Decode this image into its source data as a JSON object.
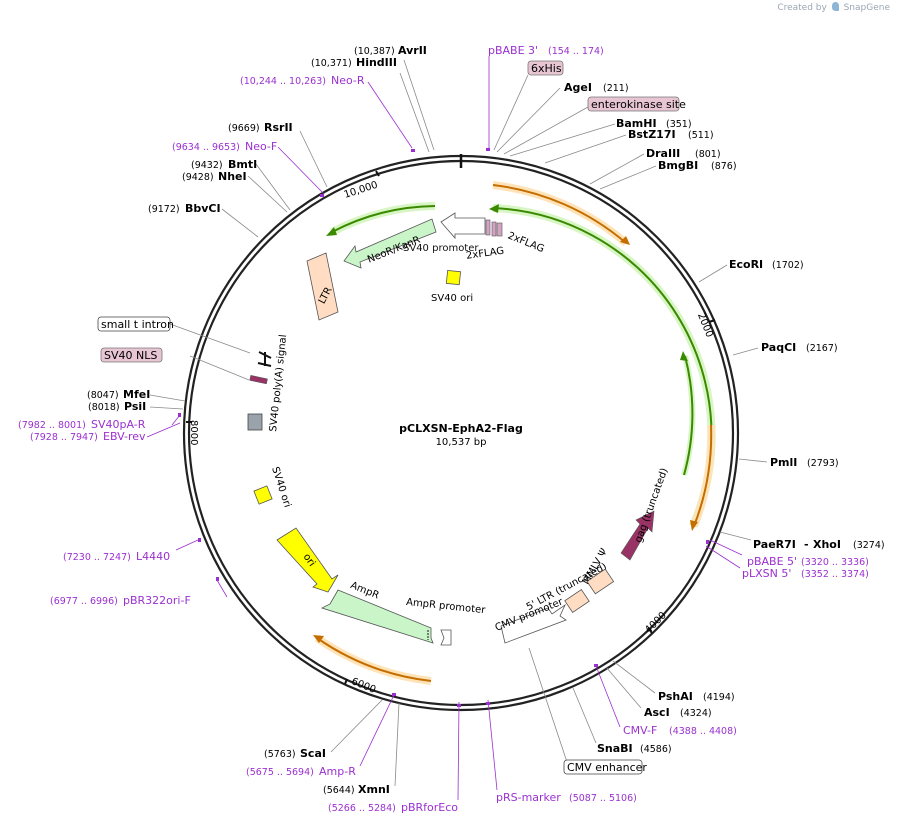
{
  "brand": {
    "prefix": "Created by",
    "name": "SnapGene"
  },
  "plasmid": {
    "name": "pCLXSN-EphA2-Flag",
    "size": 10537,
    "size_label": "10,537 bp"
  },
  "colors": {
    "site": "#000000",
    "primer": "#9b30d0",
    "backbone": "#222222",
    "leader": "#8a8a8a"
  },
  "enzymes": [
    {
      "name": "AvrII",
      "pos": 10387,
      "pos_label": "(10,387)"
    },
    {
      "name": "HindIII",
      "pos": 10371,
      "pos_label": "(10,371)"
    },
    {
      "name": "AgeI",
      "pos": 211,
      "pos_label": "(211)"
    },
    {
      "name": "BamHI",
      "pos": 351,
      "pos_label": "(351)"
    },
    {
      "name": "BstZ17I",
      "pos": 511,
      "pos_label": "(511)"
    },
    {
      "name": "DraIII",
      "pos": 801,
      "pos_label": "(801)"
    },
    {
      "name": "BmgBI",
      "pos": 876,
      "pos_label": "(876)"
    },
    {
      "name": "EcoRI",
      "pos": 1702,
      "pos_label": "(1702)"
    },
    {
      "name": "PaqCI",
      "pos": 2167,
      "pos_label": "(2167)"
    },
    {
      "name": "PmlI",
      "pos": 2793,
      "pos_label": "(2793)"
    },
    {
      "name": "PaeR7I",
      "name2": "XhoI",
      "pos": 3274,
      "pos_label": "(3274)"
    },
    {
      "name": "PshAI",
      "pos": 4194,
      "pos_label": "(4194)"
    },
    {
      "name": "AscI",
      "pos": 4324,
      "pos_label": "(4324)"
    },
    {
      "name": "SnaBI",
      "pos": 4586,
      "pos_label": "(4586)"
    },
    {
      "name": "XmnI",
      "pos": 5644,
      "pos_label": "(5644)"
    },
    {
      "name": "ScaI",
      "pos": 5763,
      "pos_label": "(5763)"
    },
    {
      "name": "PsiI",
      "pos": 8018,
      "pos_label": "(8018)"
    },
    {
      "name": "MfeI",
      "pos": 8047,
      "pos_label": "(8047)"
    },
    {
      "name": "BbvCI",
      "pos": 9172,
      "pos_label": "(9172)"
    },
    {
      "name": "NheI",
      "pos": 9428,
      "pos_label": "(9428)"
    },
    {
      "name": "BmtI",
      "pos": 9432,
      "pos_label": "(9432)"
    },
    {
      "name": "RsrII",
      "pos": 9669,
      "pos_label": "(9669)"
    }
  ],
  "primers": [
    {
      "name": "pBABE 3'",
      "range_label": "(154 .. 174)",
      "pos": 164
    },
    {
      "name": "Neo-R",
      "range_label": "(10,244 .. 10,263)",
      "pos": 10253
    },
    {
      "name": "Neo-F",
      "range_label": "(9634 .. 9653)",
      "pos": 9643
    },
    {
      "name": "SV40pA-R",
      "range_label": "(7982 .. 8001)",
      "pos": 7991
    },
    {
      "name": "EBV-rev",
      "range_label": "(7928 .. 7947)",
      "pos": 7937
    },
    {
      "name": "L4440",
      "range_label": "(7230 .. 7247)",
      "pos": 7238
    },
    {
      "name": "pBR322ori-F",
      "range_label": "(6977 .. 6996)",
      "pos": 6986
    },
    {
      "name": "Amp-R",
      "range_label": "(5675 .. 5694)",
      "pos": 5684
    },
    {
      "name": "pBRforEco",
      "range_label": "(5266 .. 5284)",
      "pos": 5275
    },
    {
      "name": "pRS-marker",
      "range_label": "(5087 .. 5106)",
      "pos": 5096
    },
    {
      "name": "CMV-F",
      "range_label": "(4388 .. 4408)",
      "pos": 4398
    },
    {
      "name": "pBABE 5'",
      "range_label": "(3320 .. 3336)",
      "pos": 3328
    },
    {
      "name": "pLXSN 5'",
      "range_label": "(3352 .. 3374)",
      "pos": 3363
    }
  ],
  "boxed_labels": [
    {
      "name": "6xHis",
      "style": "tag"
    },
    {
      "name": "enterokinase site",
      "style": "tag"
    },
    {
      "name": "small t intron",
      "style": "outline"
    },
    {
      "name": "SV40 NLS",
      "style": "tag"
    },
    {
      "name": "CMV enhancer",
      "style": "outline"
    }
  ],
  "features": [
    {
      "name": "NeoR/KanR",
      "color": "#c9f5c9"
    },
    {
      "name": "SV40 promoter",
      "color": "#ffffff"
    },
    {
      "name": "2xFLAG",
      "color": "#d4a3c4"
    },
    {
      "name": "SV40 ori",
      "color": "#ffff00"
    },
    {
      "name": "LTR",
      "color": "#ffdcc2"
    },
    {
      "name": "SV40 poly(A) signal",
      "color": "#9aa3ab"
    },
    {
      "name": "ori",
      "color": "#ffff00"
    },
    {
      "name": "AmpR",
      "color": "#c9f5c9"
    },
    {
      "name": "AmpR promoter",
      "color": "#ffffff"
    },
    {
      "name": "CMV promoter",
      "color": "#ffffff"
    },
    {
      "name": "5' LTR (truncated)",
      "color": "#ffdcc2"
    },
    {
      "name": "MMLV Ψ",
      "color": "#ffdcc2"
    },
    {
      "name": "gag (truncated)",
      "color": "#993366"
    }
  ],
  "ticks": [
    "2000",
    "4000",
    "6000",
    "8000",
    "10,000"
  ]
}
